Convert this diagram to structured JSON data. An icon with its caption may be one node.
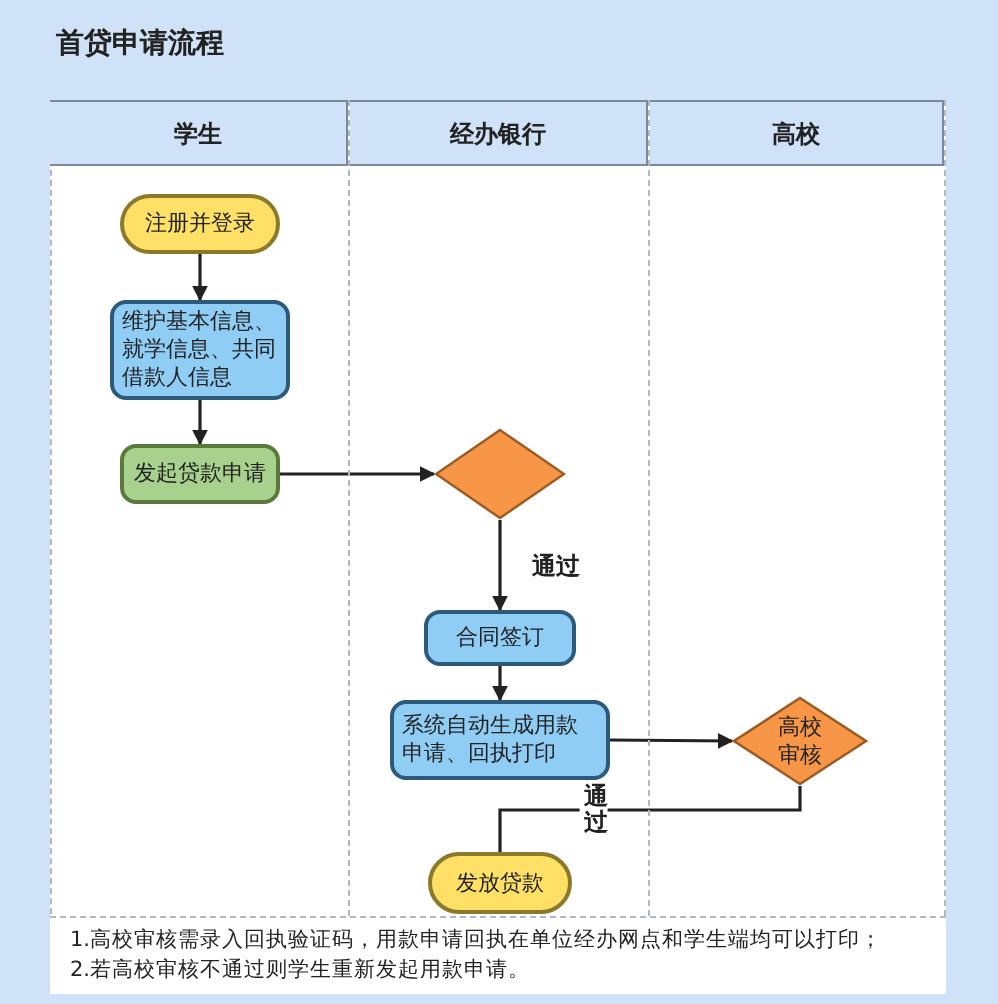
{
  "diagram": {
    "title": "首贷申请流程",
    "nodes": [
      {
        "text": [
          "学生"
        ]
      },
      {
        "text": [
          "经办银行"
        ]
      },
      {
        "text": [
          "高校"
        ]
      },
      {
        "text": [
          "注册并登录"
        ],
        "in": 0
      },
      {
        "text": [
          "维护基本信息、就学信息、共同借款人信息"
        ],
        "in": 0
      },
      {
        "text": [
          "发起贷款申请"
        ],
        "in": 0
      },
      {
        "text": [],
        "shape": "diamond",
        "in": 1
      },
      {
        "text": [
          "合同签订"
        ],
        "in": 1
      },
      {
        "text": [
          "系统自动生成用款申请、回执打印"
        ],
        "in": 1
      },
      {
        "text": [
          "高校审核"
        ],
        "in": 2
      },
      {
        "text": [
          "发放贷款"
        ],
        "in": 1
      }
    ],
    "edges": [
      {
        "from": 3,
        "to": 4,
        "arrow": "to"
      },
      {
        "from": 4,
        "to": 5,
        "arrow": "to"
      },
      {
        "from": 5,
        "to": 6,
        "arrow": "to"
      },
      {
        "from": 6,
        "to": 7,
        "arrow": "to",
        "label": "通过"
      },
      {
        "from": 7,
        "to": 8,
        "arrow": "to"
      },
      {
        "from": 8,
        "to": 9,
        "arrow": "to"
      },
      {
        "from": 9,
        "to": 10,
        "arrow": "none",
        "label": "通过"
      }
    ],
    "labels": [
      "1.高校审核需录入回执验证码，用款申请回执在单位经办网点和学生端均可以打印；",
      "2.若高校审核不通过则学生重新发起用款申请。"
    ]
  }
}
